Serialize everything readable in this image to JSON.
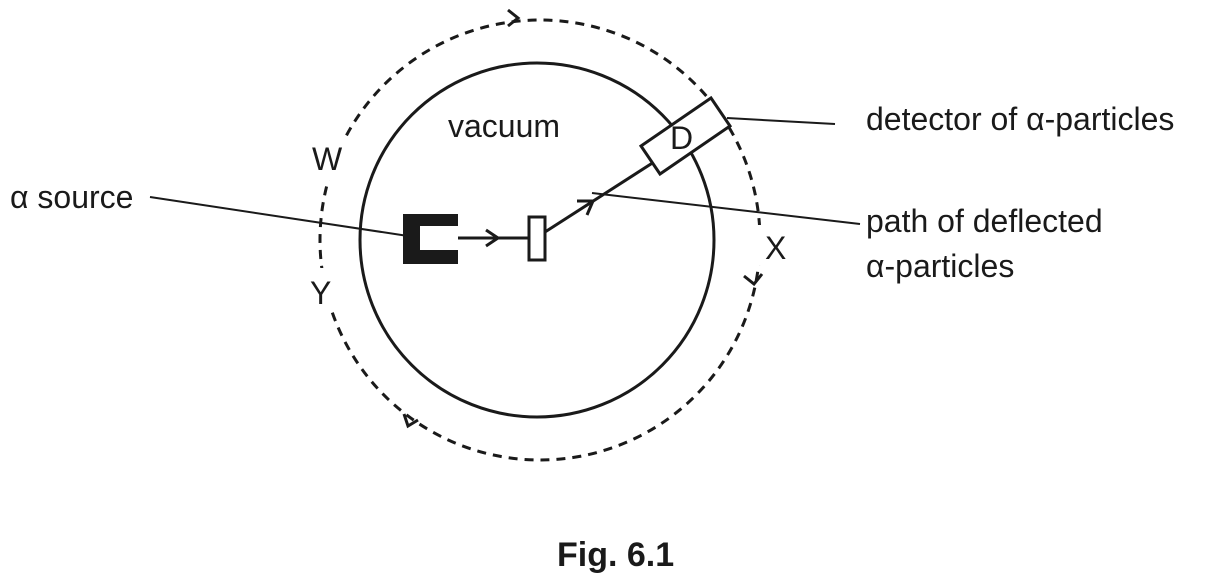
{
  "labels": {
    "vacuum": "vacuum",
    "detector_letter": "D",
    "detector": "detector of α-particles",
    "alpha_source": "α source",
    "path_line1": "path of deflected",
    "path_line2": "α-particles",
    "w": "W",
    "x": "X",
    "y": "Y"
  },
  "caption": "Fig. 6.1",
  "colors": {
    "ink": "#1a1a1a",
    "background": "#ffffff"
  }
}
